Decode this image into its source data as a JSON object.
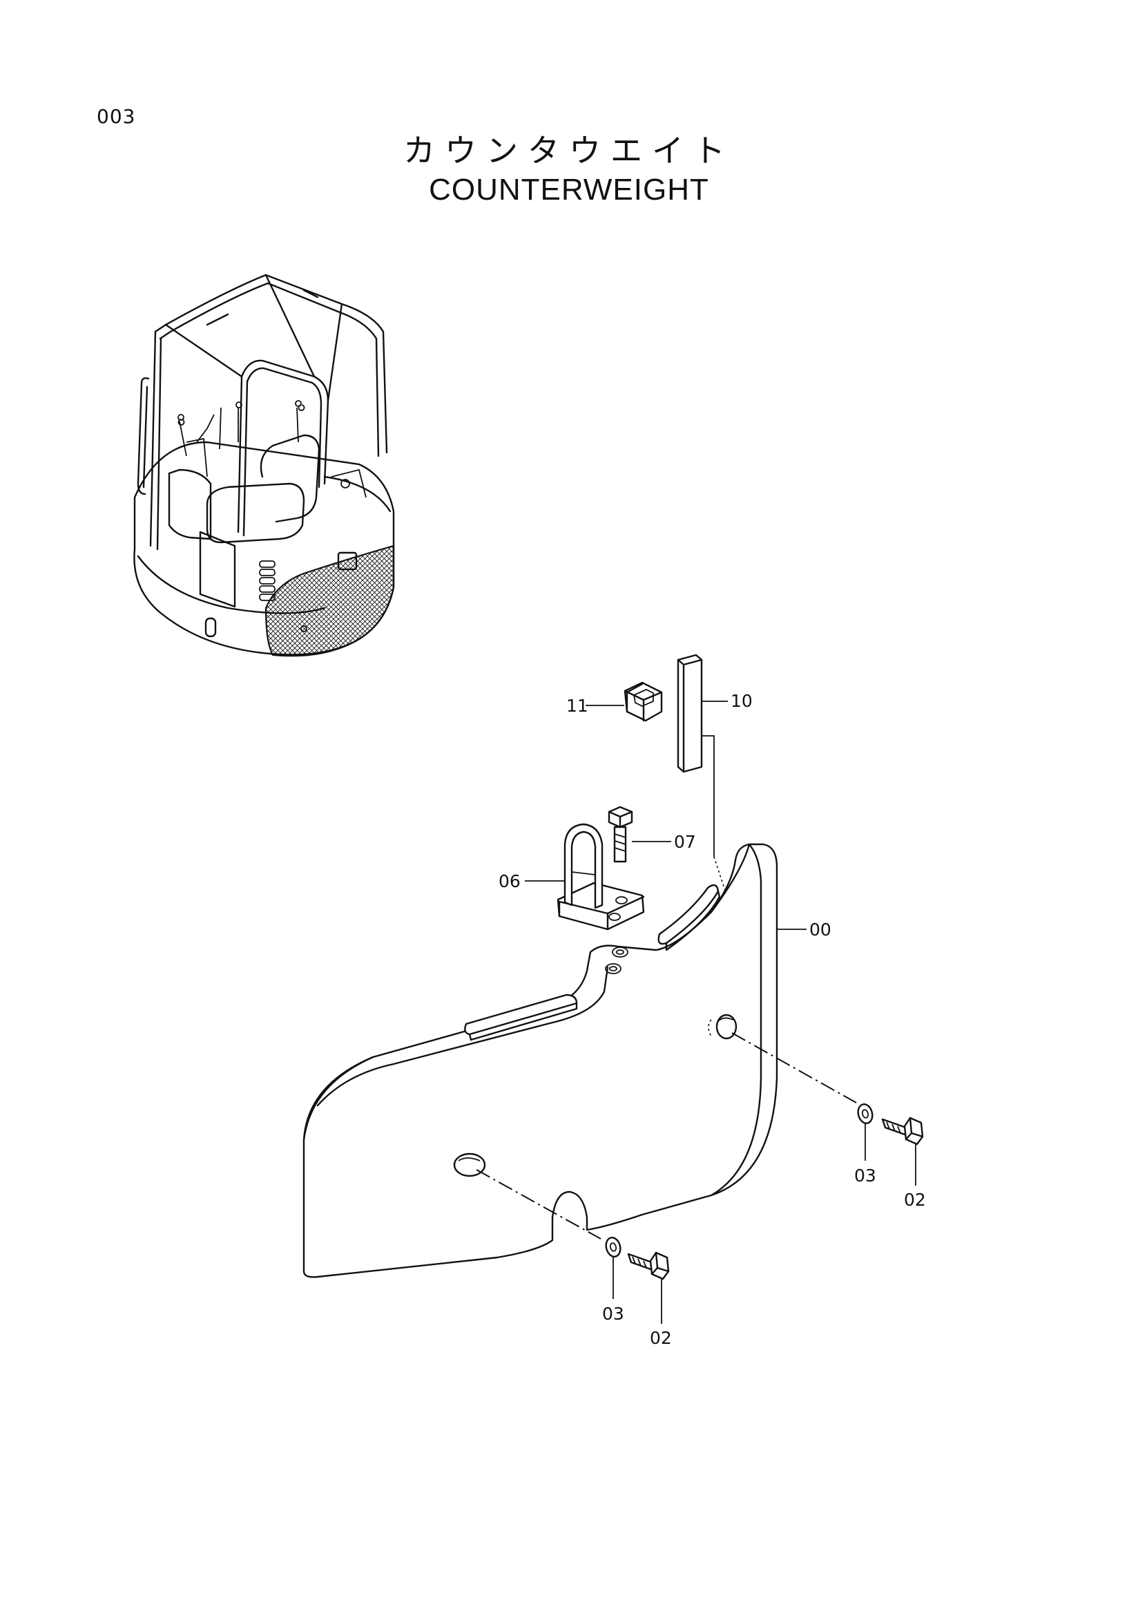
{
  "page": {
    "code": "003"
  },
  "title": {
    "japanese": "カウンタウエイト",
    "english": "COUNTERWEIGHT"
  },
  "callouts": [
    {
      "id": "c00",
      "label": "00",
      "part": "counterweight"
    },
    {
      "id": "c02a",
      "label": "02",
      "part": "bolt"
    },
    {
      "id": "c02b",
      "label": "02",
      "part": "bolt"
    },
    {
      "id": "c03a",
      "label": "03",
      "part": "washer"
    },
    {
      "id": "c03b",
      "label": "03",
      "part": "washer"
    },
    {
      "id": "c06",
      "label": "06",
      "part": "lifting-bracket"
    },
    {
      "id": "c07",
      "label": "07",
      "part": "bolt"
    },
    {
      "id": "c10",
      "label": "10",
      "part": "rubber-strip"
    },
    {
      "id": "c11",
      "label": "11",
      "part": "cushion-block"
    }
  ],
  "icons": {
    "overview": "excavator-overview-icon",
    "counterweight": "counterweight-icon",
    "bolt": "bolt-icon",
    "washer": "washer-icon",
    "bracket": "lifting-bracket-icon",
    "strip": "rubber-strip-icon",
    "block": "cushion-block-icon"
  }
}
